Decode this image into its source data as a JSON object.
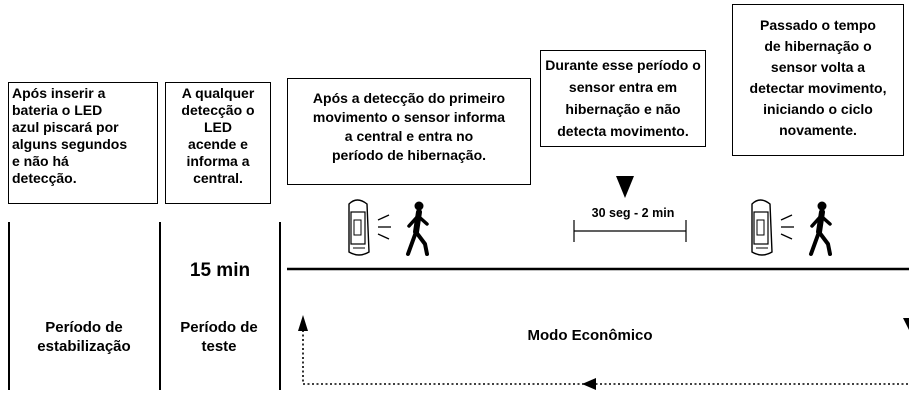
{
  "boxes": {
    "stabilization_note": [
      "Após inserir a",
      "bateria o LED",
      "azul piscará por",
      "alguns segundos",
      "e não há",
      "detecção."
    ],
    "test_note": [
      "A qualquer",
      "detecção o",
      "LED",
      "acende e",
      "informa a",
      "central."
    ],
    "first_detection_note": [
      "Após a detecção do primeiro",
      "movimento o sensor informa",
      "a central e entra no",
      "período de hibernação."
    ],
    "hibernation_note": [
      "Durante esse período o",
      "sensor entra em",
      "hibernação e não",
      "detecta movimento."
    ],
    "after_hibernation_note": [
      "Passado o tempo",
      "de hibernação o",
      "sensor volta a",
      "detectar movimento,",
      "iniciando o ciclo",
      "novamente."
    ]
  },
  "timeline": {
    "test_duration": "15 min",
    "hibernation_interval": "30 seg - 2 min"
  },
  "phases": {
    "stabilization": [
      "Período de",
      "estabilização"
    ],
    "test": [
      "Período de",
      "teste"
    ],
    "economic": "Modo Econômico"
  },
  "icons": [
    "sensor-icon",
    "walking-person-icon",
    "down-arrow-icon",
    "up-arrow-icon",
    "left-arrow-icon"
  ]
}
